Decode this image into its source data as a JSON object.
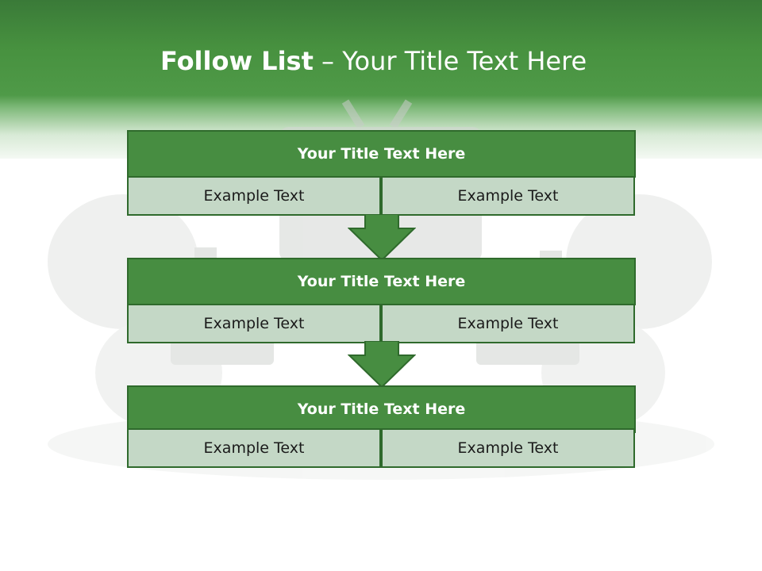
{
  "slide": {
    "title_bold": "Follow List",
    "title_rest": " – Your Title Text Here"
  },
  "rows": [
    {
      "title": "Your Title Text Here",
      "left": "Example Text",
      "right": "Example Text"
    },
    {
      "title": "Your Title Text Here",
      "left": "Example Text",
      "right": "Example Text"
    },
    {
      "title": "Your Title Text Here",
      "left": "Example Text",
      "right": "Example Text"
    }
  ],
  "colors": {
    "header_green": "#47913f",
    "title_box": "#478d41",
    "cell_fill": "#c4d8c6",
    "border": "#2f6a2c"
  }
}
